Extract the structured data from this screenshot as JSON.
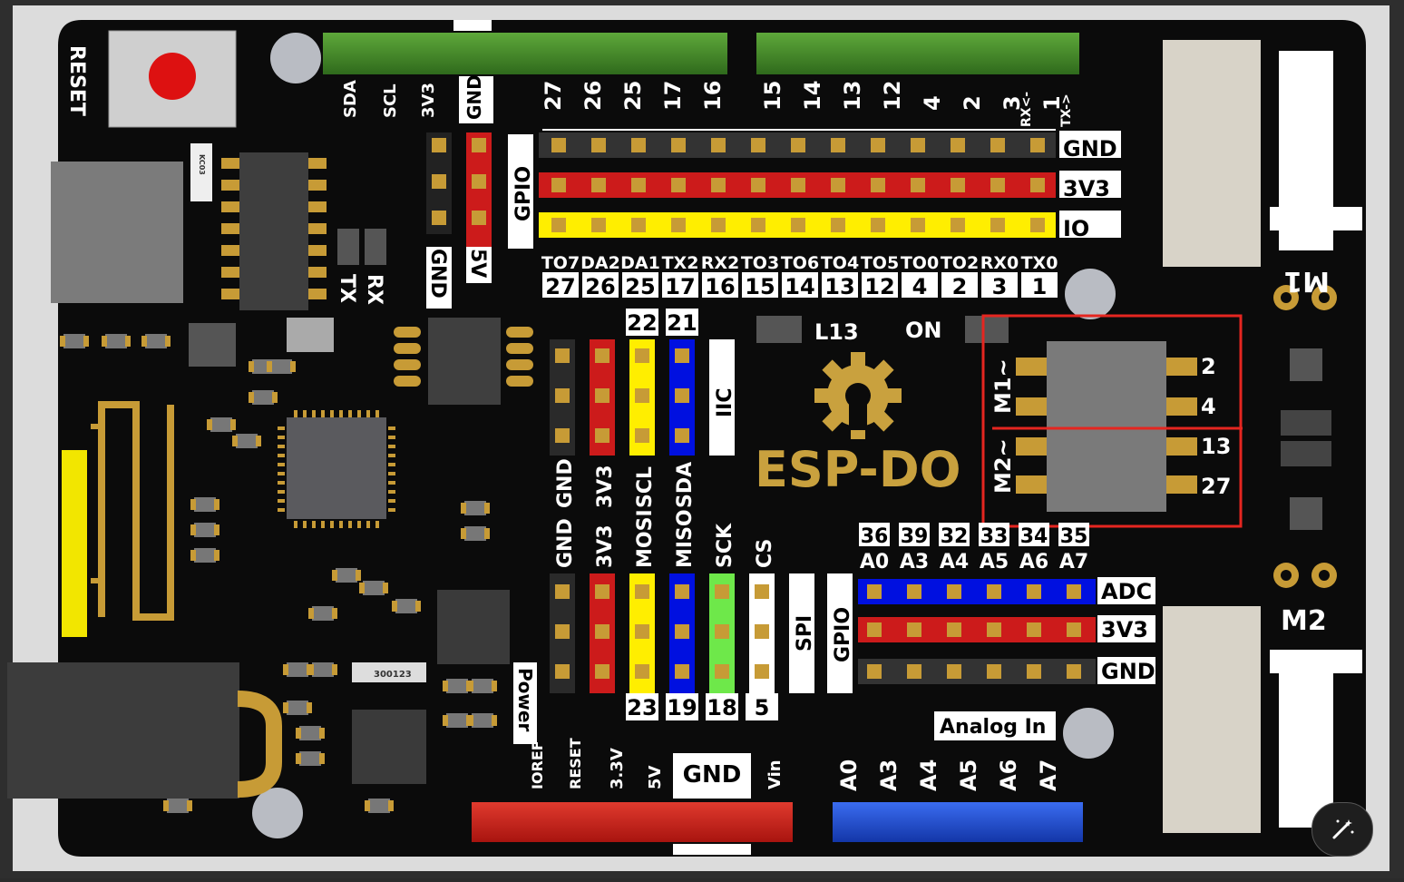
{
  "board": {
    "name": "ESP-DO",
    "reset_label": "RESET",
    "top_header_labels": [
      "SDA",
      "SCL",
      "3V3",
      "GND"
    ],
    "top_pins_left": [
      "27",
      "26",
      "25",
      "17",
      "16"
    ],
    "top_pins_right": [
      "15",
      "14",
      "13",
      "12",
      "4",
      "2",
      "3",
      "1"
    ],
    "rx_tx_arrows": [
      "RX<-",
      "TX->"
    ],
    "rail_labels": [
      "GND",
      "3V3",
      "IO"
    ],
    "gpio_label": "GPIO",
    "left_vert_labels": [
      "GND",
      "5V"
    ],
    "tx_rx_leds": [
      "TX",
      "RX"
    ],
    "func_labels": [
      "TO7",
      "DA2",
      "DA1",
      "TX2",
      "RX2",
      "TO3",
      "TO6",
      "TO4",
      "TO5",
      "TO0",
      "TO2",
      "RX0",
      "TX0"
    ],
    "func_nums": [
      "27",
      "26",
      "25",
      "17",
      "16",
      "15",
      "14",
      "13",
      "12",
      "4",
      "2",
      "3",
      "1"
    ],
    "iic": {
      "top_nums": [
        "22",
        "21"
      ],
      "pins": [
        "GND",
        "3V3",
        "SCL",
        "SDA"
      ],
      "label": "IIC"
    },
    "spi": {
      "pins": [
        "GND",
        "3V3",
        "MOSI",
        "MISO",
        "SCK",
        "CS"
      ],
      "bottom_nums": [
        "23",
        "19",
        "18",
        "5"
      ],
      "label": "SPI"
    },
    "l13_label": "L13",
    "on_label": "ON",
    "motor_driver": {
      "m1_label": "M1~",
      "m2_label": "M2~",
      "pins": [
        "2",
        "4",
        "13",
        "27"
      ]
    },
    "adc": {
      "nums": [
        "36",
        "39",
        "32",
        "33",
        "34",
        "35"
      ],
      "names": [
        "A0",
        "A3",
        "A4",
        "A5",
        "A6",
        "A7"
      ],
      "rails": [
        "ADC",
        "3V3",
        "GND"
      ],
      "gpio": "GPIO"
    },
    "power": {
      "label": "Power",
      "pins": [
        "IOREF",
        "RESET",
        "3.3V",
        "5V",
        "GND",
        "Vin"
      ]
    },
    "analog_in": {
      "label": "Analog In",
      "pins": [
        "A0",
        "A3",
        "A4",
        "A5",
        "A6",
        "A7"
      ]
    },
    "motor_labels": [
      "M1",
      "M2"
    ],
    "chip_markings": [
      "KC03",
      "300123"
    ]
  },
  "colors": {
    "highlight": "#e52620",
    "gold": "#d4a63a",
    "silk": "#ffffff",
    "red": "#cc1b1b",
    "yellow": "#ffee00",
    "blue": "#0010e0",
    "green": "#6ee84a"
  },
  "toolbar": {
    "icon": "magic-wand-icon"
  }
}
